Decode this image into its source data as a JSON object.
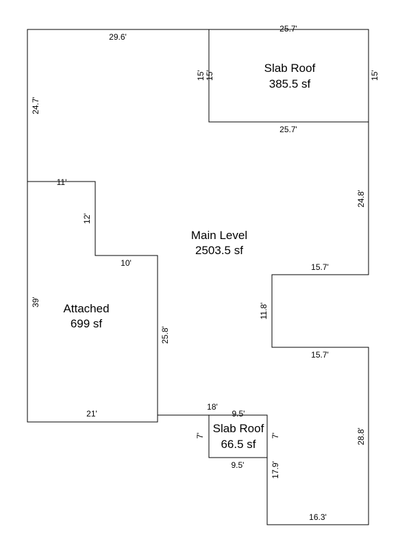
{
  "areas": {
    "main": {
      "name": "Main Level",
      "size": "2503.5 sf"
    },
    "slab_top": {
      "name": "Slab Roof",
      "size": "385.5 sf"
    },
    "attached": {
      "name": "Attached",
      "size": "699 sf"
    },
    "slab_bottom": {
      "name": "Slab Roof",
      "size": "66.5 sf"
    }
  },
  "dimensions": {
    "main_top": "29.6'",
    "main_left": "24.7'",
    "main_right_upper": "24.8'",
    "notch_top": "15.7'",
    "notch_side": "11.8'",
    "notch_bottom": "15.7'",
    "main_right_lower": "28.8'",
    "main_bottom": "16.3'",
    "main_lower_left": "17.9'",
    "main_bottom_run": "18'",
    "slab_top_top": "25.7'",
    "slab_top_bottom": "25.7'",
    "slab_top_left": "15'",
    "slab_top_left_overlap": "15'",
    "slab_top_right": "15'",
    "attached_top": "11'",
    "attached_step_side": "12'",
    "attached_step_top": "10'",
    "attached_left": "39'",
    "attached_right": "25.8'",
    "attached_bottom": "21'",
    "slab_bottom_top": "9.5'",
    "slab_bottom_bottom": "9.5'",
    "slab_bottom_left": "7'",
    "slab_bottom_right": "7'"
  }
}
